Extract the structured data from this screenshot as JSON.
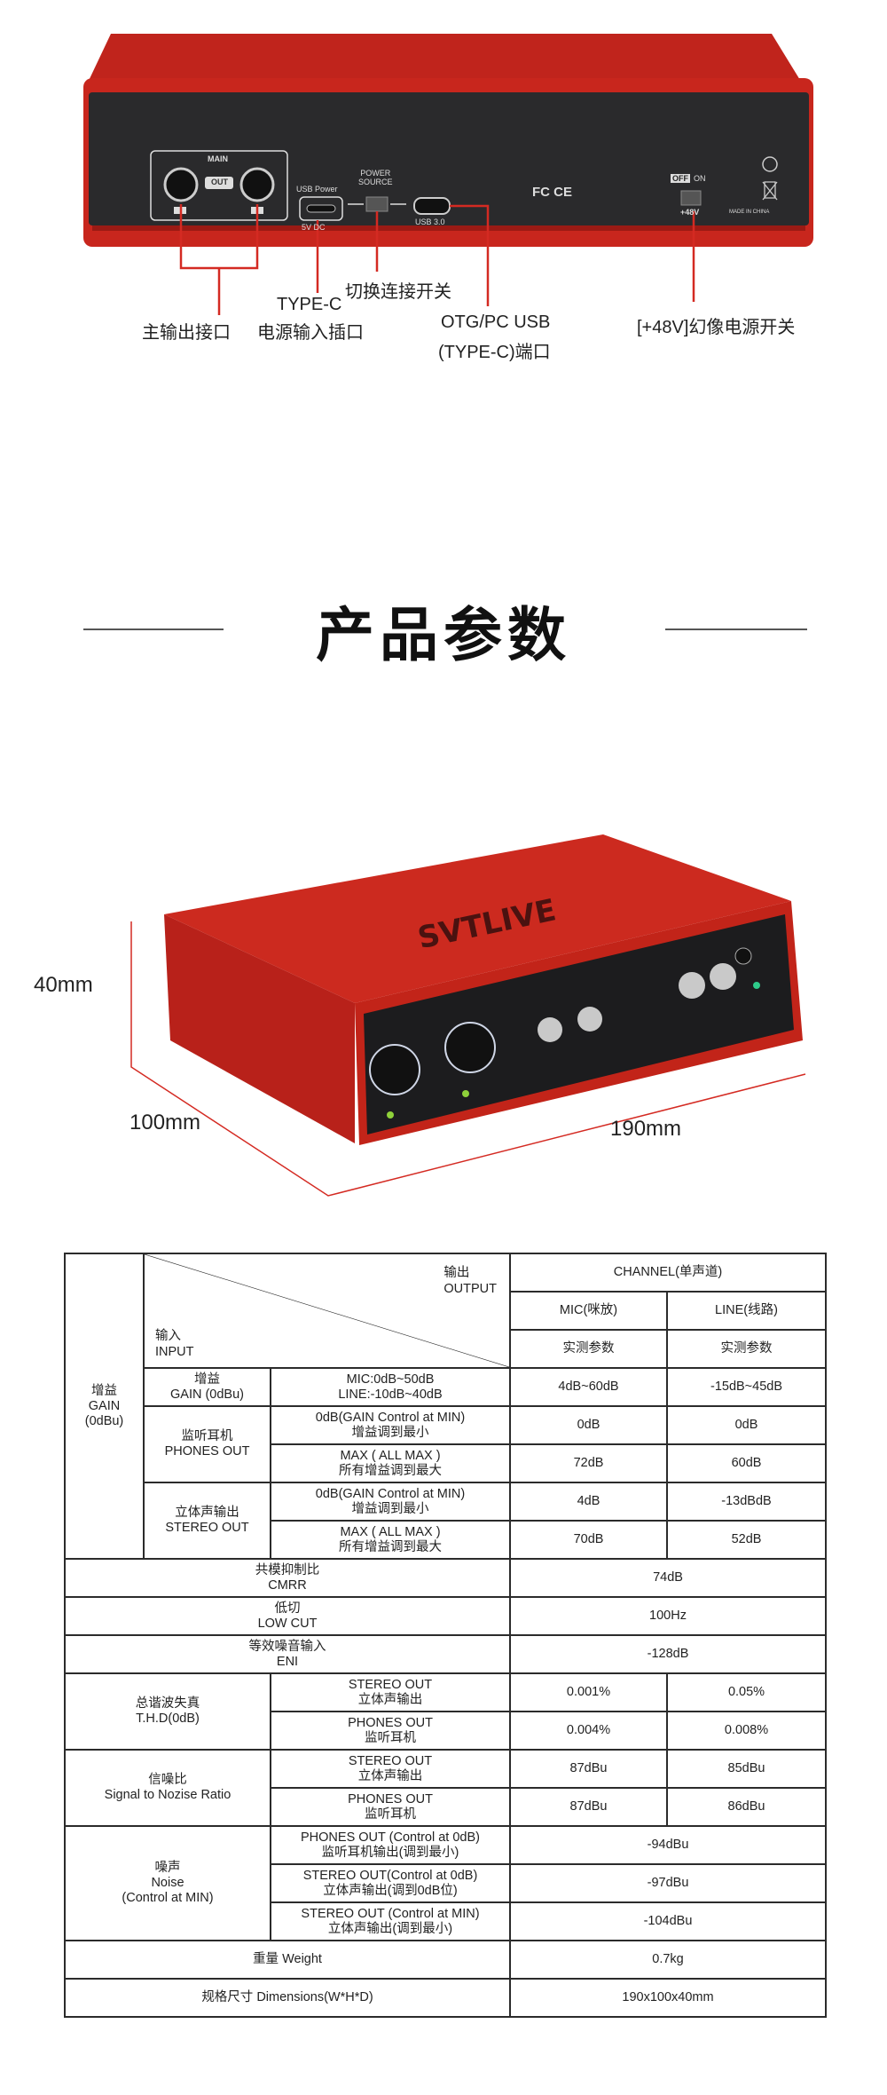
{
  "back_panel": {
    "panel_labels": {
      "main": "MAIN",
      "out": "OUT",
      "usb_power": "USB Power",
      "dc": "5V DC",
      "power_source": "POWER\nSOURCE",
      "usb3": "USB 3.0",
      "off": "OFF",
      "on": "ON",
      "p48": "+48V",
      "certs": "FC CE",
      "made_in": "MADE IN CHINA"
    },
    "callouts": {
      "main_output": "主输出接口",
      "typec_title": "TYPE-C",
      "typec_sub": "电源输入插口",
      "switch": "切换连接开关",
      "otg_1": "OTG/PC USB",
      "otg_2": "(TYPE-C)端口",
      "phantom": "[+48V]幻像电源开关"
    },
    "colors": {
      "body": "#c8261d",
      "panel": "#2a2a2c",
      "line": "#d42a22"
    }
  },
  "section_title": "产品参数",
  "product": {
    "brand_logo": "SVTLIVE",
    "dims": {
      "height": "40mm",
      "depth": "100mm",
      "width": "190mm"
    }
  },
  "table": {
    "gain_group": "增益\nGAIN\n(0dBu)",
    "output_label": "输出\nOUTPUT",
    "input_label": "输入\nINPUT",
    "channel": "CHANNEL(单声道)",
    "mic": "MIC(咪放)",
    "line": "LINE(线路)",
    "measured_mic": "实测参数",
    "measured_line": "实测参数",
    "gain_row": {
      "label": "增益\nGAIN (0dBu)",
      "cond": "MIC:0dB~50dB\nLINE:-10dB~40dB",
      "mic": "4dB~60dB",
      "line": "-15dB~45dB"
    },
    "phones": {
      "label": "监听耳机\nPHONES OUT",
      "rows": [
        {
          "cond": "0dB(GAIN Control at MIN)\n增益调到最小",
          "mic": "0dB",
          "line": "0dB"
        },
        {
          "cond": "MAX ( ALL MAX )\n所有增益调到最大",
          "mic": "72dB",
          "line": "60dB"
        }
      ]
    },
    "stereo": {
      "label": "立体声输出\nSTEREO OUT",
      "rows": [
        {
          "cond": "0dB(GAIN Control at MIN)\n增益调到最小",
          "mic": "4dB",
          "line": "-13dBdB"
        },
        {
          "cond": "MAX ( ALL MAX )\n所有增益调到最大",
          "mic": "70dB",
          "line": "52dB"
        }
      ]
    },
    "cmrr": {
      "label": "共模抑制比\nCMRR",
      "value": "74dB"
    },
    "lowcut": {
      "label": "低切\nLOW CUT",
      "value": "100Hz"
    },
    "eni": {
      "label": "等效噪音输入\nENI",
      "value": "-128dB"
    },
    "thd": {
      "label": "总谐波失真\nT.H.D(0dB)",
      "rows": [
        {
          "cond": "STEREO OUT\n立体声输出",
          "mic": "0.001%",
          "line": "0.05%"
        },
        {
          "cond": "PHONES OUT\n监听耳机",
          "mic": "0.004%",
          "line": "0.008%"
        }
      ]
    },
    "snr": {
      "label": "信噪比\nSignal to Nozise Ratio",
      "rows": [
        {
          "cond": "STEREO OUT\n立体声输出",
          "mic": "87dBu",
          "line": "85dBu"
        },
        {
          "cond": "PHONES OUT\n监听耳机",
          "mic": "87dBu",
          "line": "86dBu"
        }
      ]
    },
    "noise": {
      "label": "噪声\nNoise\n(Control at MIN)",
      "rows": [
        {
          "cond": "PHONES OUT (Control at 0dB)\n监听耳机输出(调到最小)",
          "value": "-94dBu"
        },
        {
          "cond": "STEREO OUT(Control at 0dB)\n立体声输出(调到0dB位)",
          "value": "-97dBu"
        },
        {
          "cond": "STEREO OUT (Control at MIN)\n立体声输出(调到最小)",
          "value": "-104dBu"
        }
      ]
    },
    "weight": {
      "label": "重量 Weight",
      "value": "0.7kg"
    },
    "dimensions": {
      "label": "规格尺寸 Dimensions(W*H*D)",
      "value": "190x100x40mm"
    }
  }
}
